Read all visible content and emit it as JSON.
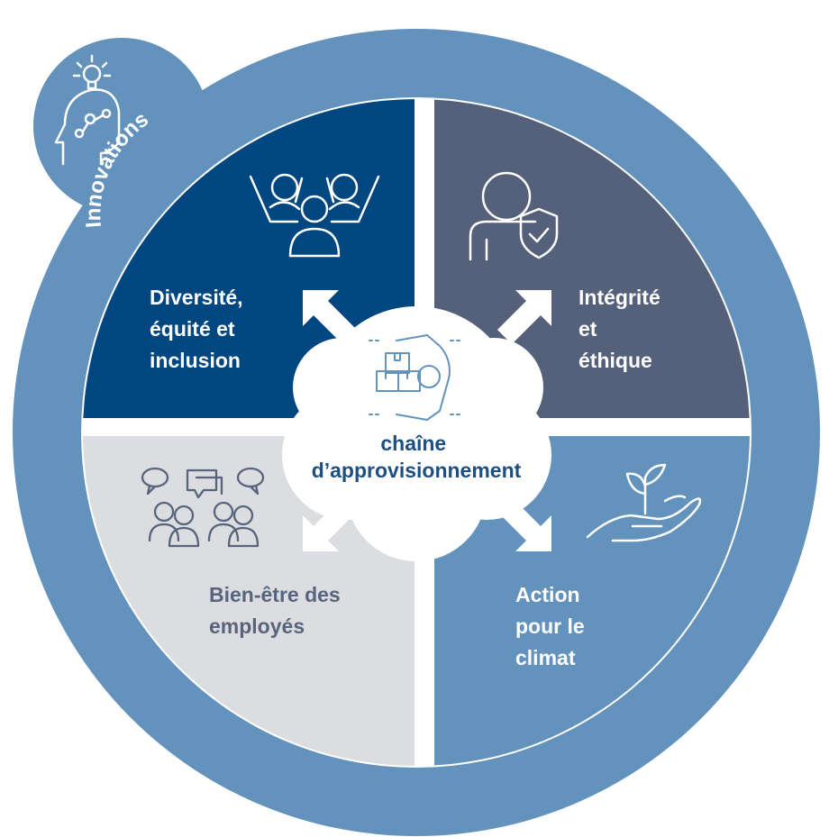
{
  "badge": {
    "label": "Innovations",
    "icon": "head-lightbulb-icon"
  },
  "center": {
    "line1": "chaîne",
    "line2": "d’approvisionnement",
    "icon": "supply-chain-gear-boxes-icon"
  },
  "quadrants": {
    "top_left": {
      "lines": [
        "Diversité,",
        "équité et",
        "inclusion"
      ],
      "icon": "group-people-icon",
      "color": "#004680",
      "text_color": "#ffffff"
    },
    "top_right": {
      "lines": [
        "Intégrité",
        "et",
        "éthique"
      ],
      "icon": "person-shield-check-icon",
      "color": "#55617a",
      "text_color": "#ffffff"
    },
    "bottom_left": {
      "lines": [
        "Bien-être des",
        "employés"
      ],
      "icon": "people-speech-bubbles-icon",
      "color": "#dcdde0",
      "text_color": "#58647c"
    },
    "bottom_right": {
      "lines": [
        "Action",
        "pour le",
        "climat"
      ],
      "icon": "hand-seedling-icon",
      "color": "#6393bc",
      "text_color": "#ffffff"
    }
  },
  "colors": {
    "ring": "#6393bc",
    "center_cloud": "#ffffff",
    "center_text": "#1e4f82",
    "icon_line": "#6393bc"
  }
}
